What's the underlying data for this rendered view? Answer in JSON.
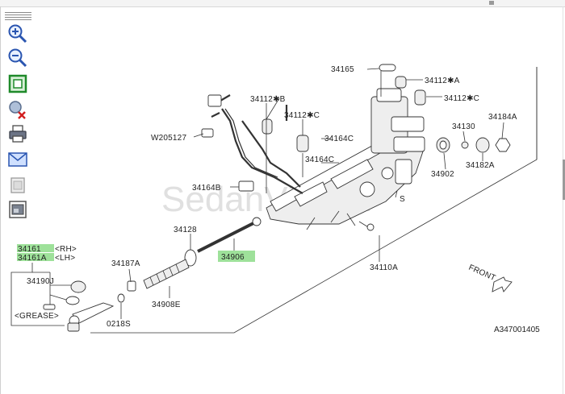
{
  "toolbar": {
    "tools": [
      "zoom-in-icon",
      "zoom-out-icon",
      "fit-to-window-icon",
      "clear-icon",
      "print-icon",
      "email-icon",
      "page-icon",
      "thumbnail-icon"
    ]
  },
  "diagram": {
    "labels": {
      "l34165": "34165",
      "l34112A": "34112✱A",
      "l34112B": "34112✱B",
      "l34112C1": "34112✱C",
      "l34112C2": "34112✱C",
      "l34130": "34130",
      "l34184A": "34184A",
      "lW205127": "W205127",
      "l34164C1": "34164C",
      "l34164C2": "34164C",
      "l34164B": "34164B",
      "l34902": "34902",
      "l34182A": "34182A",
      "lS": "S",
      "l34128": "34128",
      "l34906": "34906",
      "l34110A": "34110A",
      "l34161": "34161",
      "l34161RH": "<RH>",
      "l34161A": "34161A",
      "l34161ALH": "<LH>",
      "l34190J": "34190J",
      "lGREASE": "<GREASE>",
      "l34187A": "34187A",
      "l34908E": "34908E",
      "l0218S": "0218S",
      "lFRONT": "FRONT",
      "lRef": "A347001405"
    },
    "watermark": "SedanViet.vn",
    "highlight_color": "#9ee19a"
  }
}
